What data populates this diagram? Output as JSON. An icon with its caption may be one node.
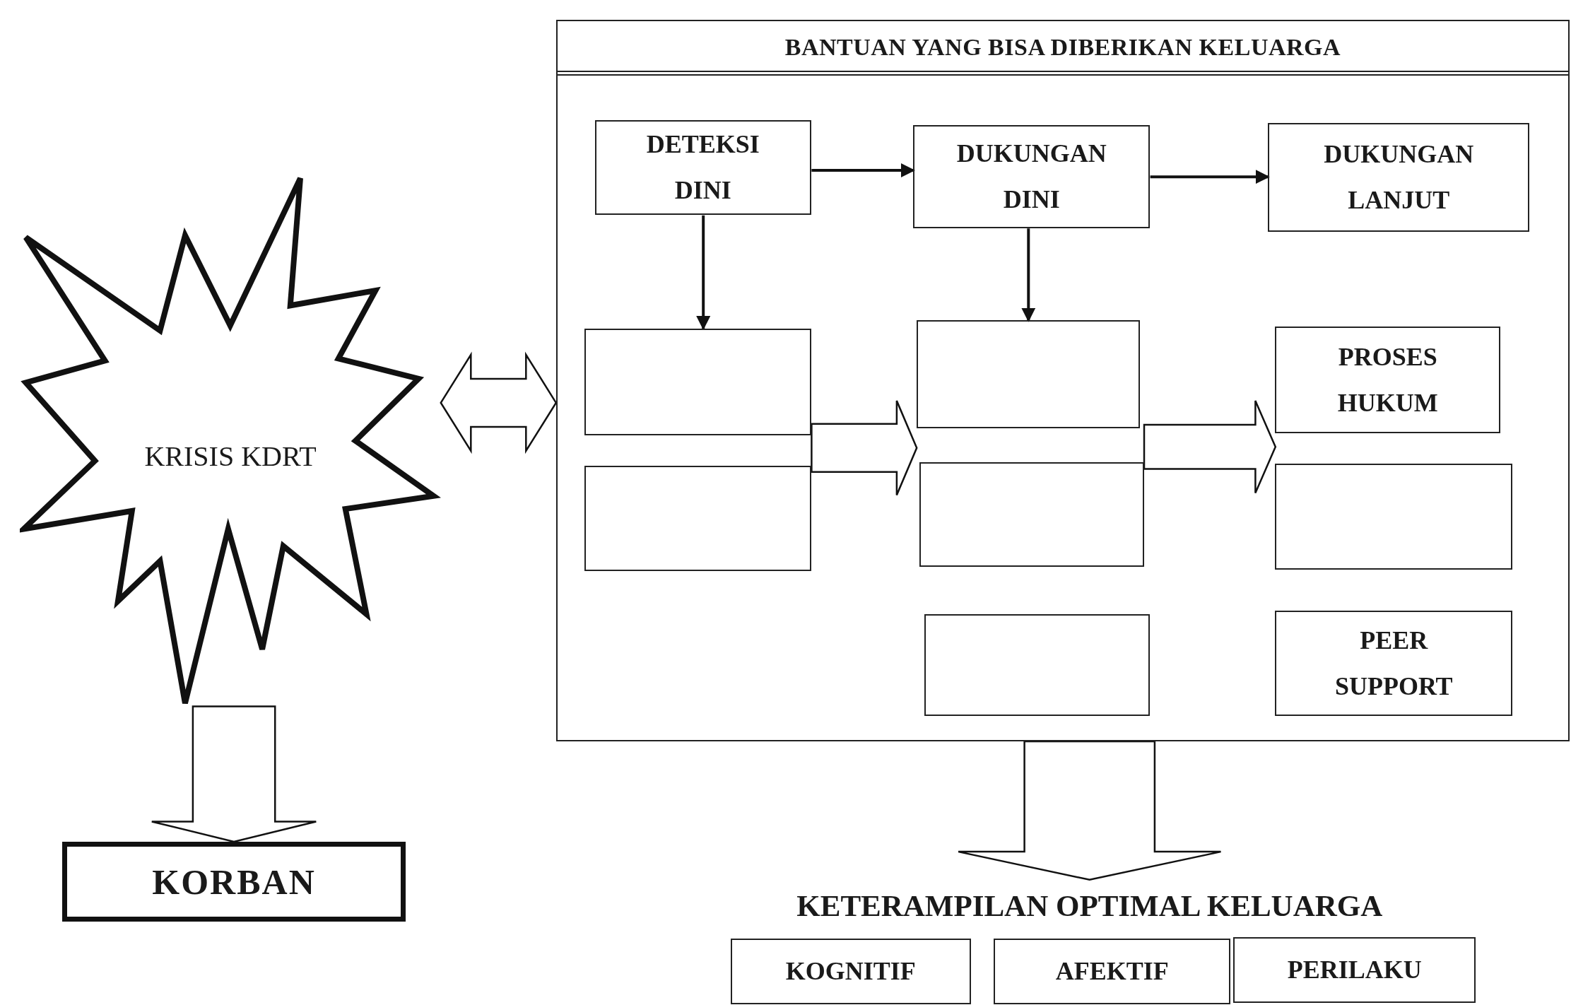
{
  "diagram": {
    "nodes": [
      {
        "text": [
          "KRISIS KDRT"
        ]
      },
      {
        "text": [
          "KORBAN"
        ]
      },
      {
        "text": [
          "BANTUAN YANG BISA DIBERIKAN KELUARGA"
        ]
      },
      {
        "text": [
          "DETEKSI DINI"
        ],
        "in": 2
      },
      {
        "text": [
          "DUKUNGAN DINI"
        ],
        "in": 2
      },
      {
        "text": [
          "DUKUNGAN LANJUT"
        ],
        "in": 2
      },
      {
        "text": [],
        "shape": "box",
        "in": 2
      },
      {
        "text": [],
        "shape": "box",
        "in": 2
      },
      {
        "text": [],
        "shape": "box",
        "in": 2
      },
      {
        "text": [],
        "shape": "box",
        "in": 2
      },
      {
        "text": [],
        "shape": "box",
        "in": 2
      },
      {
        "text": [
          "PROSES HUKUM"
        ],
        "in": 2
      },
      {
        "text": [],
        "shape": "box",
        "in": 2
      },
      {
        "text": [
          "PEER SUPPORT"
        ],
        "in": 2
      },
      {
        "text": [
          "KETERAMPILAN OPTIMAL KELUARGA"
        ]
      },
      {
        "text": [
          "KOGNITIF"
        ]
      },
      {
        "text": [
          "AFEKTIF"
        ]
      },
      {
        "text": [
          "PERILAKU"
        ]
      }
    ],
    "edges": [
      {
        "from": 0,
        "to": 2,
        "arrow": "both",
        "style": "thick"
      },
      {
        "from": 0,
        "to": 1,
        "arrow": "to",
        "style": "thick"
      },
      {
        "from": 3,
        "to": 4,
        "arrow": "to"
      },
      {
        "from": 4,
        "to": 5,
        "arrow": "to"
      },
      {
        "from": 3,
        "to": 6,
        "arrow": "to"
      },
      {
        "from": 4,
        "to": 8,
        "arrow": "to"
      },
      {
        "from": 6,
        "to": 8,
        "arrow": "to",
        "style": "thick"
      },
      {
        "from": 6,
        "to": 9,
        "arrow": "to",
        "style": "thick"
      },
      {
        "from": 7,
        "to": 8,
        "arrow": "to",
        "style": "thick"
      },
      {
        "from": 7,
        "to": 9,
        "arrow": "to",
        "style": "thick"
      },
      {
        "from": 8,
        "to": 11,
        "arrow": "to",
        "style": "thick"
      },
      {
        "from": 8,
        "to": 12,
        "arrow": "to",
        "style": "thick"
      },
      {
        "from": 9,
        "to": 11,
        "arrow": "to",
        "style": "thick"
      },
      {
        "from": 9,
        "to": 12,
        "arrow": "to",
        "style": "thick"
      },
      {
        "from": 2,
        "to": 14,
        "arrow": "to",
        "style": "thick"
      }
    ]
  }
}
